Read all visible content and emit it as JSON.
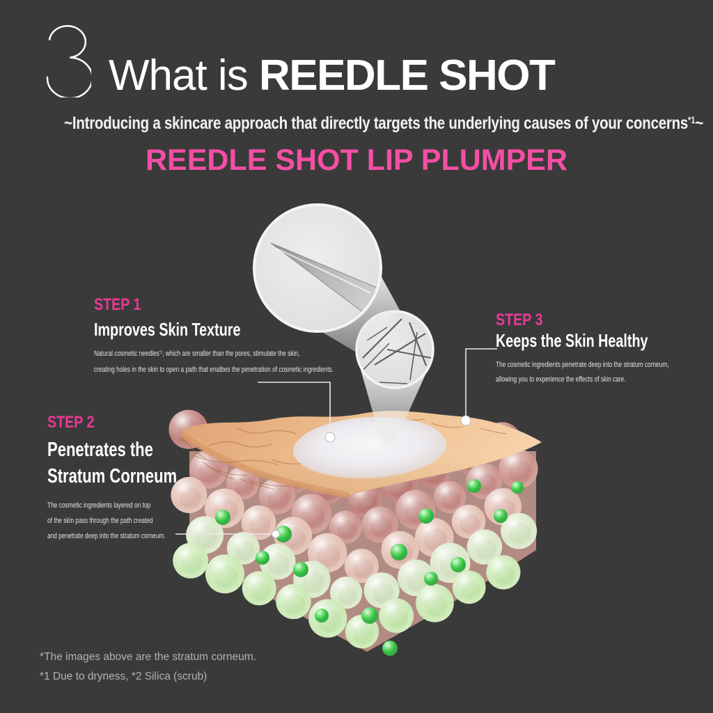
{
  "page": {
    "background_color": "#3a3a3a",
    "accent_pink": "#f44fa4",
    "step_label_pink": "#e93a97",
    "skin_sheet_color": "#eebe90",
    "bubble_rose_color": "#c98f89",
    "bubble_green_color": "#c9e8b2",
    "droplet_green_color": "#2dbe3c"
  },
  "header": {
    "number": "3",
    "title_light": "What is",
    "title_bold": "REEDLE SHOT",
    "subtitle_pre": "~Introducing a skincare approach that directly targets the underlying causes of your concerns",
    "subtitle_sup": "*1",
    "subtitle_post": "~",
    "product_title": "REEDLE SHOT LIP PLUMPER"
  },
  "steps": [
    {
      "label": "STEP 1",
      "heading": "Improves Skin Texture",
      "desc_pre": "Natural cosmetic needles",
      "desc_sup": "*2",
      "desc_post": ", which are smaller than the pores, stimulate the skin,",
      "desc_line2": "creating holes in the skin to open a path that enalbes the penetration of cosmetic ingredients."
    },
    {
      "label": "STEP 2",
      "heading_line1": "Penetrates the",
      "heading_line2": "Stratum Corneum",
      "desc_lines": [
        "The cosmetic ingredients layered on top",
        "of the skin pass through the path created",
        "and penetrate deep into the stratum corneum."
      ]
    },
    {
      "label": "STEP 3",
      "heading": "Keeps the Skin Healthy",
      "desc_lines": [
        "The cosmetic ingredients penetrate deep into the stratum corneum,",
        "allowing you to experience the effects of skin care."
      ]
    }
  ],
  "footnotes": [
    "*The images above are the stratum corneum.",
    "*1 Due to dryness, *2 Silica (scrub)"
  ],
  "illustration": {
    "magnifier_large": "needle-tip-microscope-view",
    "magnifier_small": "scattered-needles-microscope-view",
    "diagram": "stratum-corneum-bubble-layer-block-with-cream"
  }
}
